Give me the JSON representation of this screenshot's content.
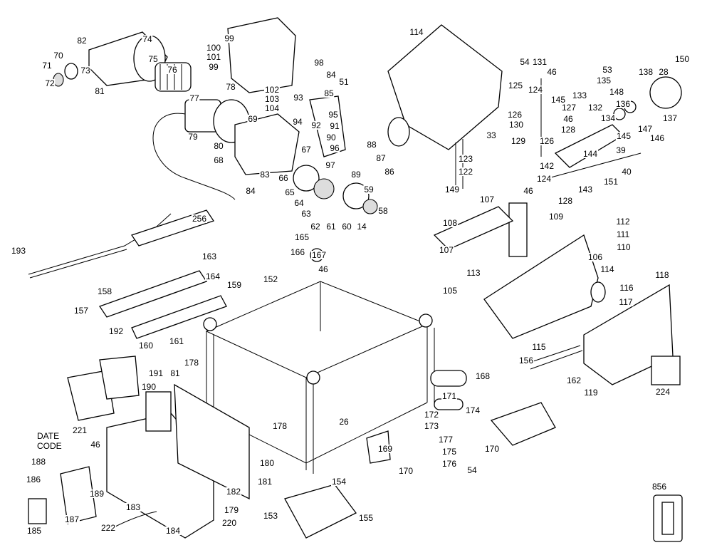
{
  "diagram": {
    "date_code_label": [
      "DATE",
      "CODE"
    ],
    "part_labels": [
      "82",
      "74",
      "70",
      "75",
      "71",
      "73",
      "72",
      "81",
      "76",
      "77",
      "78",
      "79",
      "80",
      "69",
      "68",
      "83",
      "84",
      "66",
      "65",
      "64",
      "63",
      "62",
      "61",
      "60",
      "14",
      "58",
      "59",
      "99",
      "100",
      "101",
      "99",
      "98",
      "84",
      "51",
      "102",
      "103",
      "104",
      "93",
      "85",
      "94",
      "95",
      "92",
      "91",
      "90",
      "96",
      "67",
      "97",
      "88",
      "87",
      "89",
      "86",
      "114",
      "54",
      "131",
      "46",
      "145",
      "125",
      "124",
      "126",
      "130",
      "33",
      "129",
      "126",
      "123",
      "122",
      "149",
      "53",
      "135",
      "133",
      "127",
      "132",
      "134",
      "46",
      "128",
      "145",
      "142",
      "144",
      "39",
      "124",
      "143",
      "40",
      "151",
      "128",
      "138",
      "28",
      "150",
      "148",
      "136",
      "137",
      "147",
      "146",
      "256",
      "193",
      "165",
      "166",
      "167",
      "46",
      "163",
      "164",
      "152",
      "159",
      "158",
      "157",
      "192",
      "160",
      "161",
      "107",
      "46",
      "108",
      "109",
      "107",
      "113",
      "112",
      "111",
      "110",
      "106",
      "114",
      "118",
      "116",
      "105",
      "117",
      "115",
      "156",
      "162",
      "168",
      "119",
      "224",
      "178",
      "191",
      "81",
      "190",
      "178",
      "26",
      "171",
      "172",
      "174",
      "173",
      "177",
      "175",
      "176",
      "54",
      "170",
      "169",
      "170",
      "180",
      "181",
      "182",
      "179",
      "220",
      "154",
      "153",
      "155",
      "221",
      "46",
      "188",
      "186",
      "189",
      "183",
      "187",
      "185",
      "222",
      "184",
      "856"
    ]
  }
}
